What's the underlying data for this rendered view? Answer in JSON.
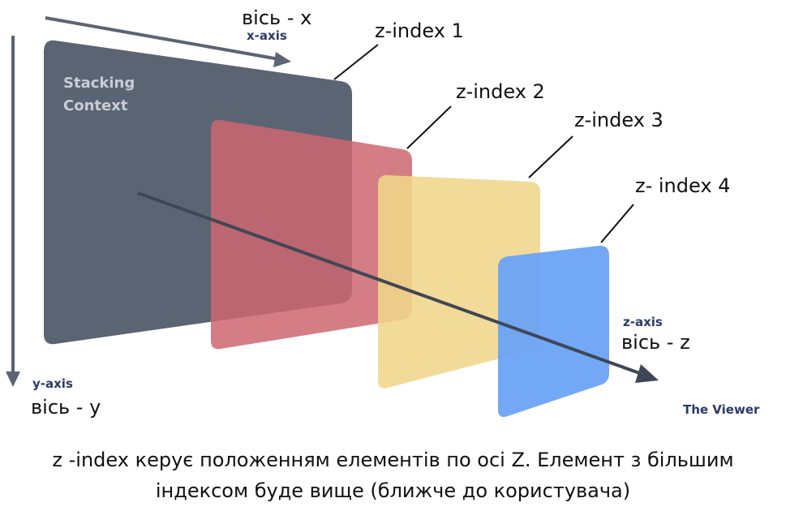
{
  "diagram": {
    "axes": {
      "x_axis_en": "x-axis",
      "x_axis_ua": "вісь - x",
      "y_axis_en": "y-axis",
      "y_axis_ua": "вісь - y",
      "z_axis_en": "z-axis",
      "z_axis_ua": "вісь - z"
    },
    "stacking_context": [
      "Stacking",
      "Context"
    ],
    "layers": [
      {
        "label": "z-index 1",
        "color": "#5b6473"
      },
      {
        "label": "z-index 2",
        "color": "#cc6670"
      },
      {
        "label": "z-index 3",
        "color": "#f0d68a"
      },
      {
        "label": "z- index 4",
        "color": "#6aa3f6"
      }
    ],
    "viewer": "The Viewer",
    "colors": {
      "axis": "#5b6473",
      "axis_label_en": "#2b3a67",
      "text": "#111111"
    }
  },
  "caption": {
    "line1": "z -index керує положенням елементів по осі Z. Елемент з більшим",
    "line2": "індексом буде вище (ближче до користувача)"
  }
}
